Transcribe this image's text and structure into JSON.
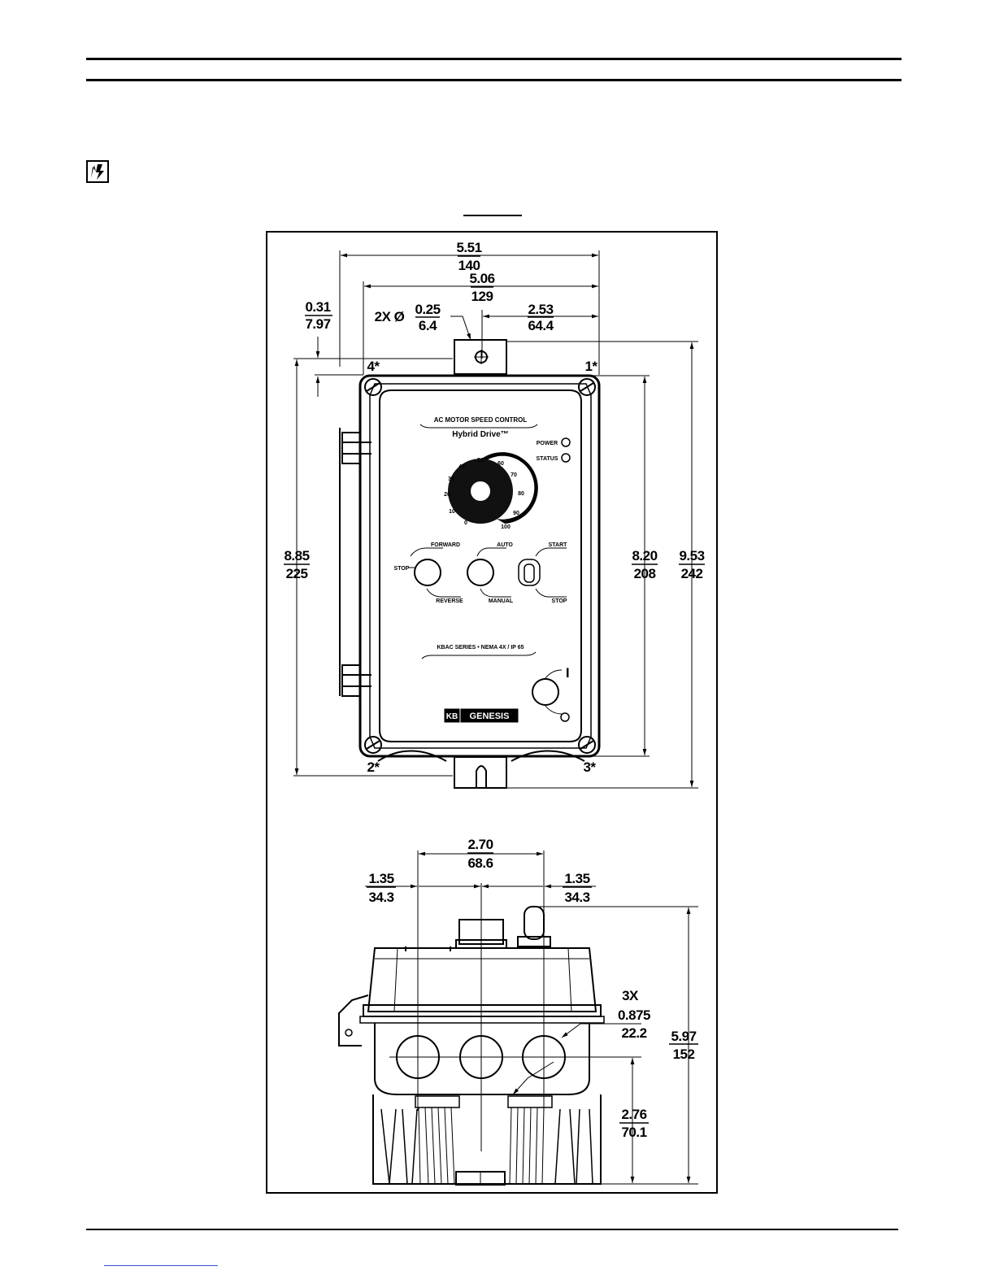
{
  "top_view": {
    "dims": [
      {
        "id": "overall-width",
        "top": "5.51",
        "bottom": "140"
      },
      {
        "id": "mount-width",
        "top": "5.06",
        "bottom": "129"
      },
      {
        "id": "edge-offset",
        "top": "0.31",
        "bottom": "7.97"
      },
      {
        "id": "hole-dia",
        "prefix": "2X Ø",
        "top": "0.25",
        "bottom": "6.4"
      },
      {
        "id": "hole-offset",
        "top": "2.53",
        "bottom": "64.4"
      },
      {
        "id": "mount-height",
        "top": "8.85",
        "bottom": "225"
      },
      {
        "id": "body-height",
        "top": "8.20",
        "bottom": "208"
      },
      {
        "id": "overall-height",
        "top": "9.53",
        "bottom": "242"
      }
    ],
    "corners": [
      "4*",
      "1*",
      "2*",
      "3*"
    ],
    "panel": {
      "title": "AC MOTOR SPEED CONTROL",
      "subtitle": "Hybrid Drive™",
      "led_power": "POWER",
      "led_status": "STATUS",
      "dial_marks": [
        "0",
        "10",
        "20",
        "30",
        "40",
        "50",
        "60",
        "70",
        "80",
        "90",
        "100"
      ],
      "forward": "FORWARD",
      "stop_left": "STOP",
      "reverse": "REVERSE",
      "auto": "AUTO",
      "manual": "MANUAL",
      "start": "START",
      "stop_right": "STOP",
      "series": "KBAC SERIES • NEMA 4X / IP 65",
      "power_mark": "I",
      "logo_kb": "KB",
      "logo_genesis": "GENESIS"
    }
  },
  "side_view": {
    "dims": [
      {
        "id": "hole-spacing",
        "top": "2.70",
        "bottom": "68.6"
      },
      {
        "id": "left-offset",
        "top": "1.35",
        "bottom": "34.3"
      },
      {
        "id": "right-offset",
        "top": "1.35",
        "bottom": "34.3"
      },
      {
        "id": "knockout",
        "prefix": "3X",
        "top": "0.875",
        "bottom": "22.2"
      },
      {
        "id": "depth",
        "top": "5.97",
        "bottom": "152"
      },
      {
        "id": "hole-height",
        "top": "2.76",
        "bottom": "70.1"
      }
    ]
  }
}
